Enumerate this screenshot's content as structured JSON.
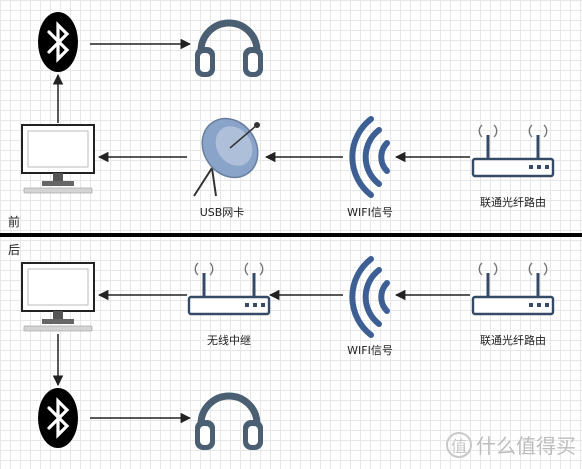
{
  "sections": {
    "before": "前",
    "after": "后"
  },
  "labels": {
    "usb_card": "USB网卡",
    "wifi_top": "WIFI信号",
    "router_top": "联通光纤路由",
    "repeater": "无线中继",
    "wifi_bottom": "WIFI信号",
    "router_bottom": "联通光纤路由"
  },
  "watermark": {
    "badge": "值",
    "text": "什么值得买"
  },
  "icons": [
    "bluetooth-icon",
    "headphones-icon",
    "computer-icon",
    "satellite-dish-icon",
    "wifi-signal-icon",
    "router-icon"
  ],
  "colors": {
    "wifi_blue": "#3d5f94",
    "dish": "#8aa3c9",
    "router_border": "#344a66",
    "arrow": "#222222",
    "divider": "#000000"
  }
}
